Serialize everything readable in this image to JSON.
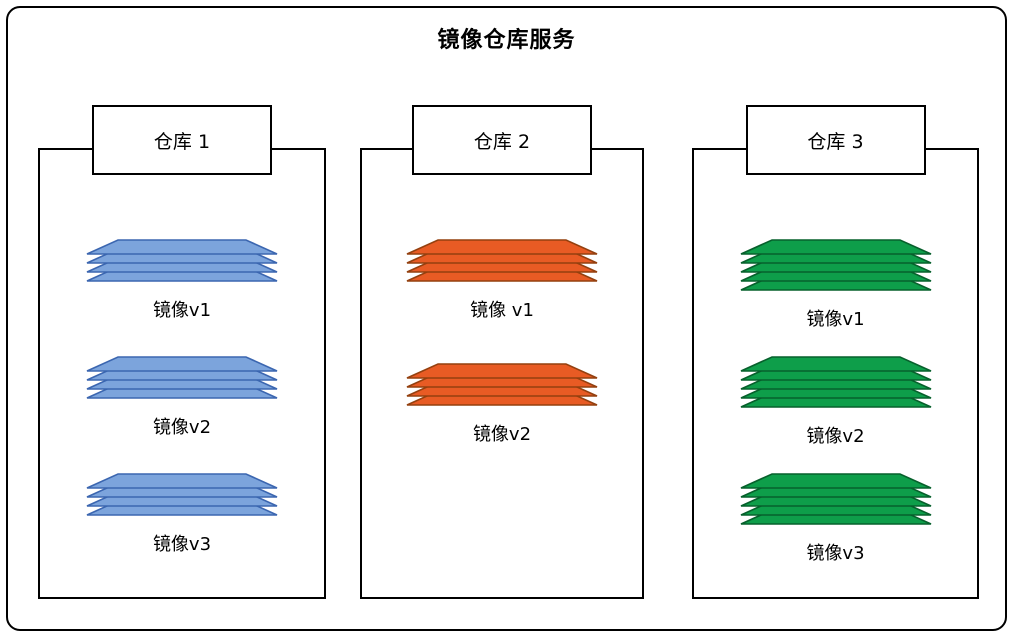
{
  "title": "镜像仓库服务",
  "repos": [
    {
      "label": "仓库 1",
      "color_name": "blue",
      "fill": "#7CA4DC",
      "stroke": "#3B66B0",
      "images": [
        {
          "label": "镜像v1",
          "layers": 4
        },
        {
          "label": "镜像v2",
          "layers": 4
        },
        {
          "label": "镜像v3",
          "layers": 4
        }
      ]
    },
    {
      "label": "仓库 2",
      "color_name": "orange",
      "fill": "#E85B24",
      "stroke": "#94400F",
      "images": [
        {
          "label": "镜像 v1",
          "layers": 4
        },
        {
          "label": "镜像v2",
          "layers": 4
        }
      ]
    },
    {
      "label": "仓库 3",
      "color_name": "green",
      "fill": "#0E9E4A",
      "stroke": "#07602C",
      "images": [
        {
          "label": "镜像v1",
          "layers": 5
        },
        {
          "label": "镜像v2",
          "layers": 5
        },
        {
          "label": "镜像v3",
          "layers": 5
        }
      ]
    }
  ]
}
